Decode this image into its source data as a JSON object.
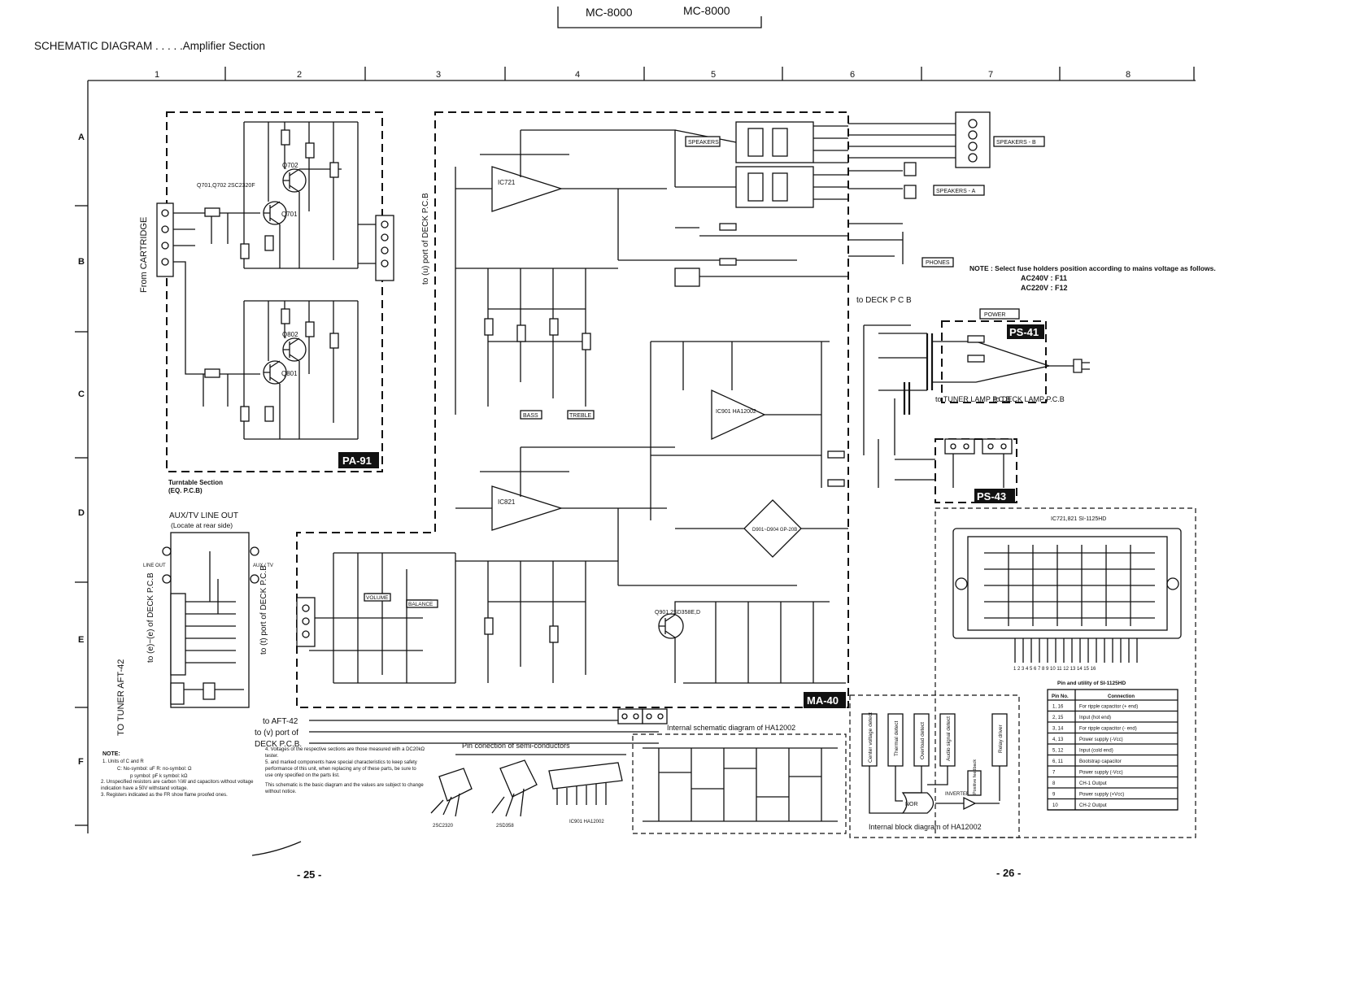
{
  "header": {
    "model_left": "MC-8000",
    "model_right": "MC-8000",
    "title": "SCHEMATIC DIAGRAM . . . . .Amplifier Section"
  },
  "grid": {
    "columns": [
      "1",
      "2",
      "3",
      "4",
      "5",
      "6",
      "7",
      "8"
    ],
    "rows": [
      "A",
      "B",
      "C",
      "D",
      "E",
      "F"
    ]
  },
  "sections": {
    "pa91": "PA-91",
    "ma40": "MA-40",
    "ps41": "PS-41",
    "ps43": "PS-43"
  },
  "labels": {
    "from_cartridge": "From CARTRIDGE",
    "to_deck_port_u": "to (u) port of DECK P.C.B",
    "turntable_section": "Turntable Section",
    "eq_pcb": "(EQ. P.C.B)",
    "aux_tv_line_out": "AUX/TV LINE OUT",
    "locate_rear": "(Locate at rear side)",
    "line_out": "LINE OUT",
    "aux_tv": "AUX / TV",
    "to_deck_pcb_e": "to (e)~(e) of DECK P.C.B",
    "to_tuner": "TO TUNER AFT-42",
    "to_deck_port_t": "to (t) port of DECK P.C.B",
    "to_aft42": "to AFT-42",
    "to_port_v": "to (v) port of",
    "deck_pcb": "DECK P.C.B.",
    "speakers": "SPEAKERS",
    "speakers_a": "SPEAKERS - A",
    "speakers_b": "SPEAKERS - B",
    "phones": "PHONES",
    "power": "POWER",
    "to_deck_pcb": "to DECK P C B",
    "to_tuner_lamp": "to TUNER LAMP P.C.B",
    "to_deck_lamp": "to DECK LAMP P.C.B",
    "bass": "BASS",
    "treble": "TREBLE",
    "volume": "VOLUME",
    "balance": "BALANCE",
    "ic721": "IC721",
    "ic821": "IC821",
    "ic901": "IC901 HA12002",
    "q901": "Q901 2SD358E,D",
    "q701_q702": "Q701,Q702 2SC2320F",
    "q701": "Q701",
    "q702": "Q702",
    "q801": "Q801",
    "q802": "Q802",
    "d901_904": "D901~D904 GP-20B"
  },
  "note_fuse": {
    "title": "NOTE : Select fuse holders position according to mains voltage as follows.",
    "ac240": "AC240V : F11",
    "ac220": "AC220V : F12"
  },
  "ic_package": {
    "title": "IC721,821 SI-1125HD",
    "pins_caption": "1 2 3 4 5 6 7 8 9 10 11 12 13 14 15 16"
  },
  "pin_table": {
    "caption": "Pin and utility of SI-1125HD",
    "headers": [
      "Pin No.",
      "Connection"
    ],
    "rows": [
      [
        "1, 16",
        "For ripple capacitor (+ end)"
      ],
      [
        "2, 15",
        "Input (hot end)"
      ],
      [
        "3, 14",
        "For ripple capacitor (- end)"
      ],
      [
        "4, 13",
        "Power supply (-Vcc)"
      ],
      [
        "5, 12",
        "Input (cold end)"
      ],
      [
        "6, 11",
        "Bootstrap capacitor"
      ],
      [
        "7",
        "Power supply (-Vcc)"
      ],
      [
        "8",
        "CH-1 Output"
      ],
      [
        "9",
        "Power supply (+Vcc)"
      ],
      [
        "10",
        "CH-2 Output"
      ]
    ]
  },
  "block_diagram": {
    "caption": "Internal block diagram of HA12002",
    "blocks": [
      "Center voltage detect",
      "Thermal detect",
      "Overload detect",
      "Audio signal detect",
      "Relay driver"
    ],
    "nor": "NOR",
    "inverter": "INVERTER",
    "feedback": "Positive feedback"
  },
  "internal_schematic": {
    "caption": "Internal schematic diagram of HA12002"
  },
  "semis": {
    "caption": "Pin conection of semi-conductors",
    "parts": [
      "2SC2320",
      "2SD358",
      "IC901 HA12002"
    ]
  },
  "notes": {
    "title": "NOTE:",
    "left": [
      "1. Units of C and R",
      "C: No-symbol: uF    R: no-symbol: Ω",
      "p symbol: pF    k symbol: kΩ",
      "2. Unspecified resistors are carbon ¼W and capacitors without voltage indication have a 50V withstand voltage.",
      "3. Registers indicated as the FR show flame proofed ones."
    ],
    "right": [
      "4. Voltages of the respective sections are those measured with a DC20kΩ tester.",
      "5. and marked components have special characteristics to keep safety performance of this unit, when replacing any of these parts, be sure to use only specified on the parts list.",
      "This schematic is the basic diagram and the values are subject to change without notice."
    ]
  },
  "pages": {
    "left": "- 25 -",
    "right": "- 26 -"
  }
}
